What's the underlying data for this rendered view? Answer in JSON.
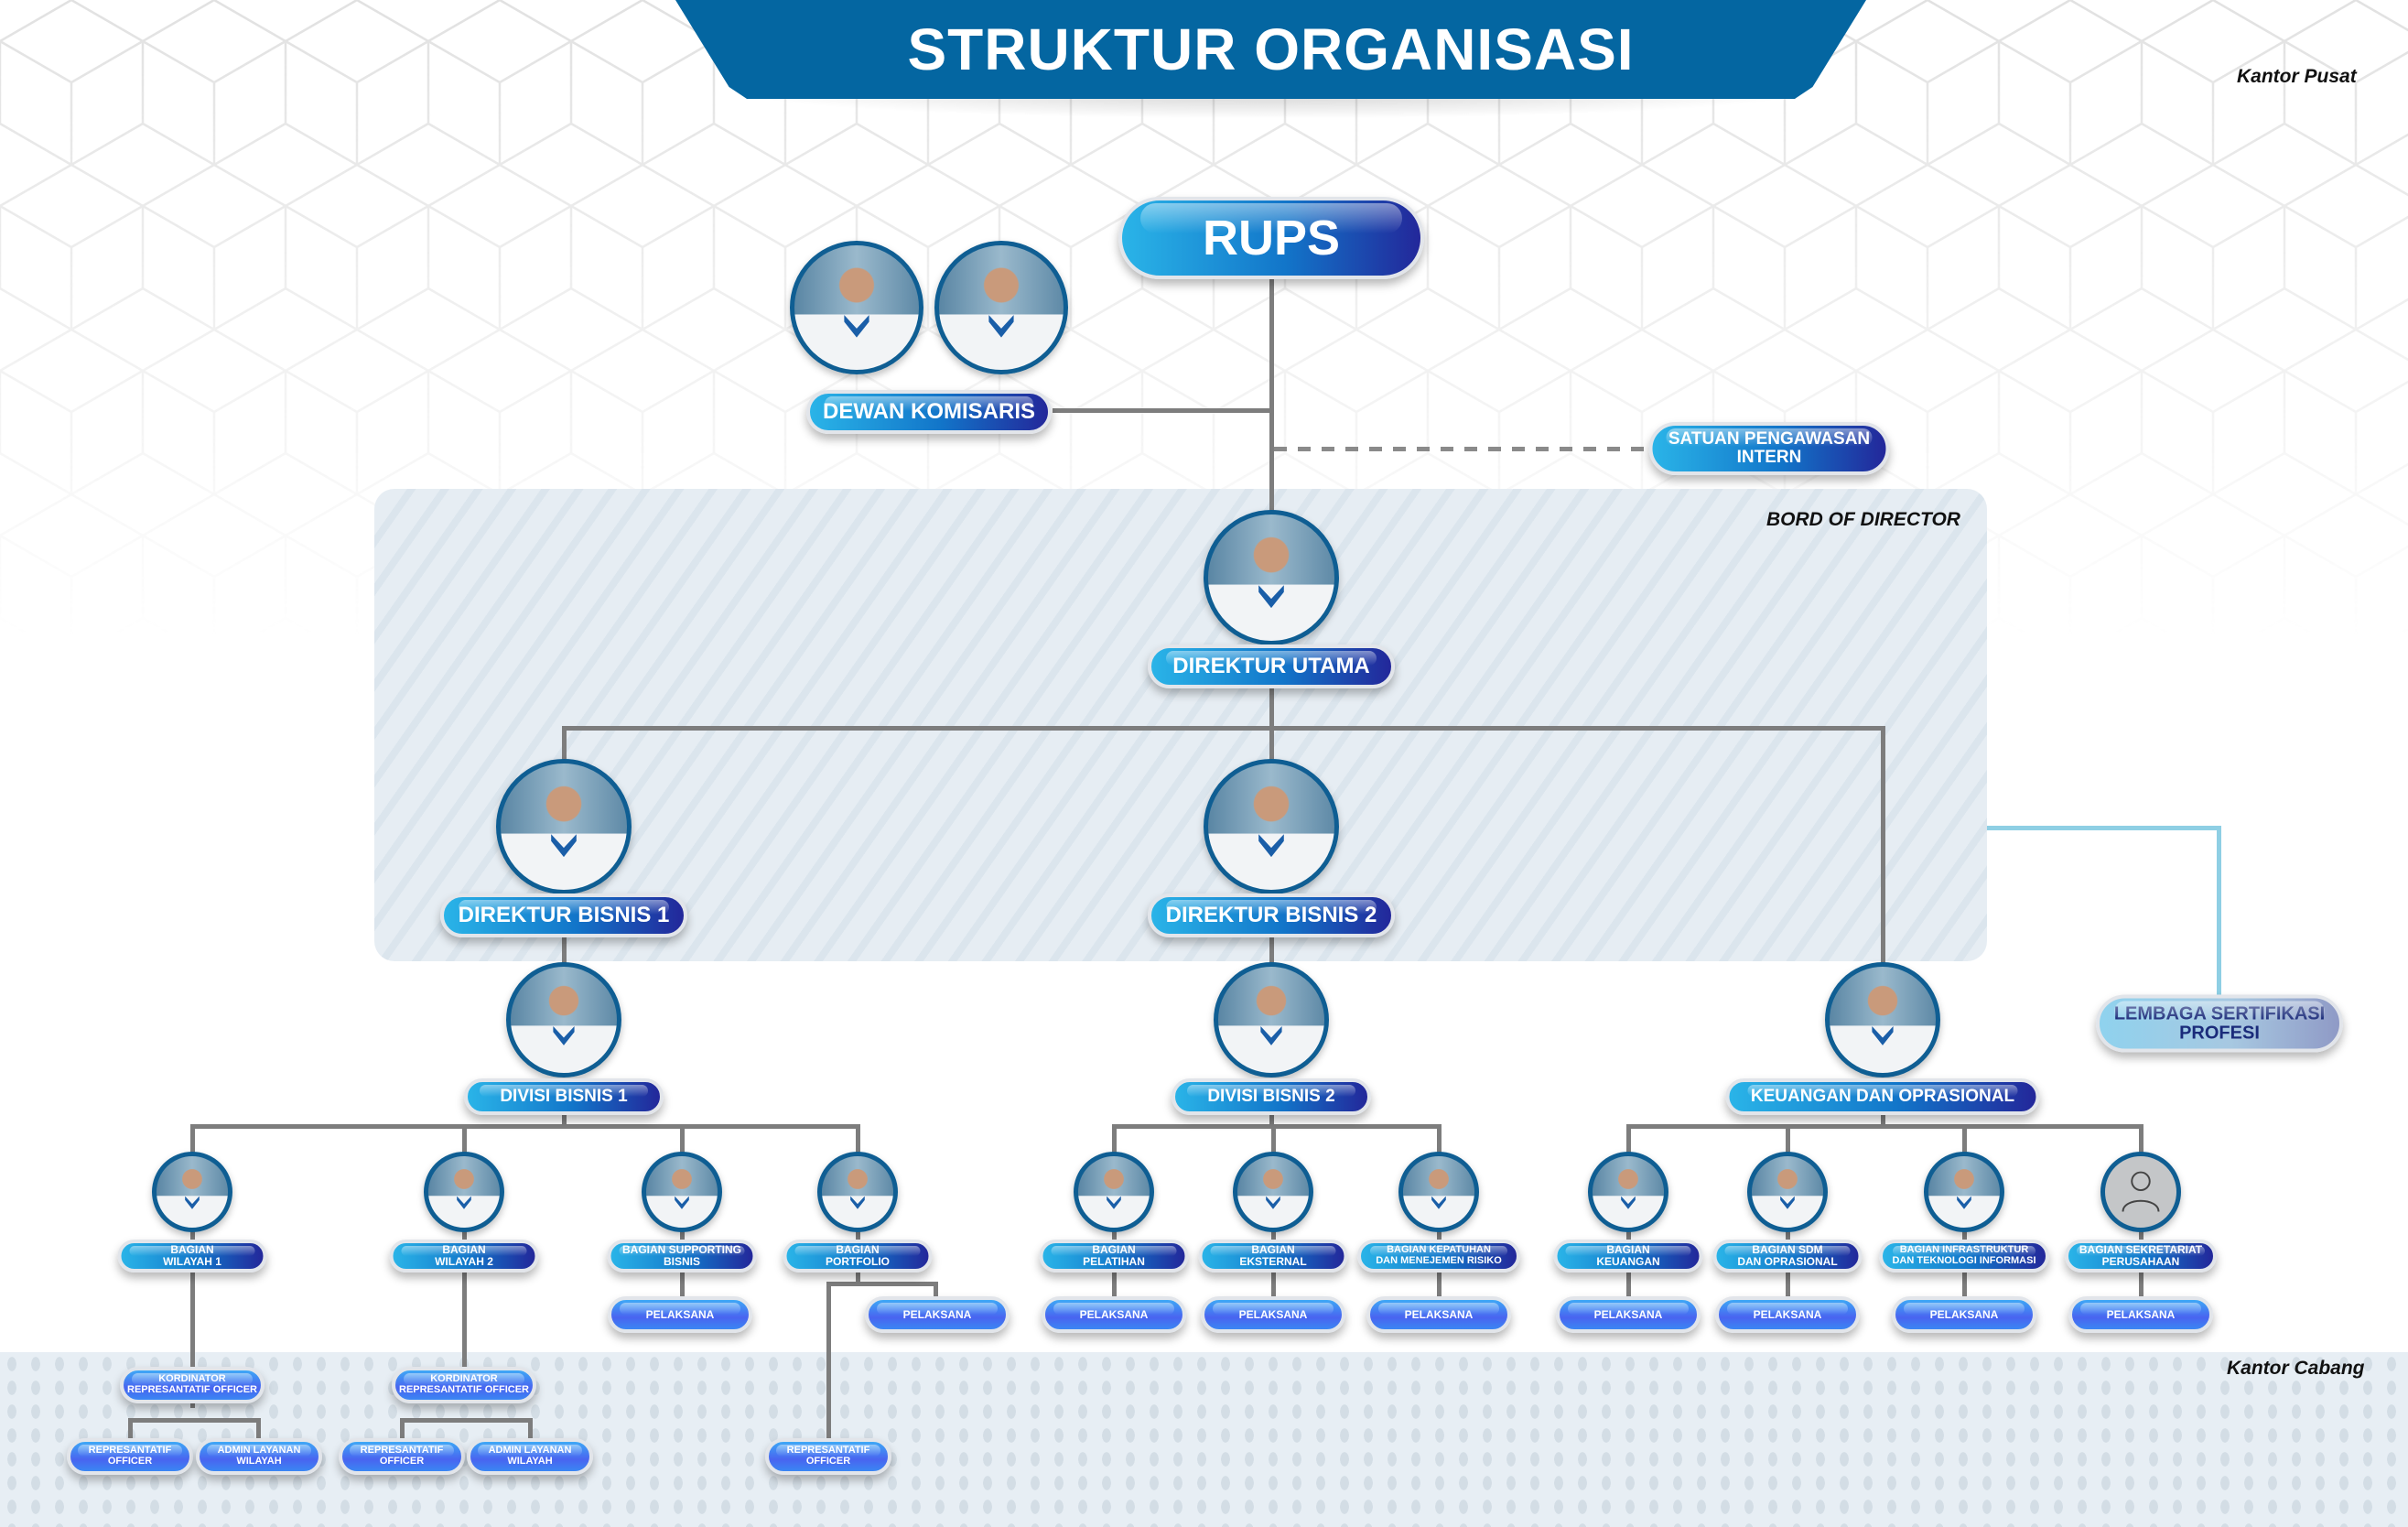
{
  "header": {
    "title": "STRUKTUR ORGANISASI",
    "office_top": "Kantor Pusat",
    "office_bottom": "Kantor Cabang"
  },
  "colors": {
    "banner": "#0466a1",
    "pill_start": "#2ab4e8",
    "pill_end": "#23279a",
    "photo_border": "#0f5e93",
    "connector": "#7d7d7d",
    "lsp_connector": "#8ecfe4"
  },
  "top": {
    "rups": "RUPS",
    "dewan_komisaris": "DEWAN KOMISARIS",
    "spi_line1": "SATUAN PENGAWASAN",
    "spi_line2": "INTERN"
  },
  "board": {
    "label": "BORD OF DIRECTOR",
    "direktur_utama": "DIREKTUR UTAMA",
    "direktur_bisnis_1": "DIREKTUR BISNIS 1",
    "direktur_bisnis_2": "DIREKTUR BISNIS 2"
  },
  "lsp": {
    "line1": "LEMBAGA SERTIFIKASI",
    "line2": "PROFESI"
  },
  "divisions": [
    {
      "name": "DIVISI BISNIS 1"
    },
    {
      "name": "DIVISI BISNIS 2"
    },
    {
      "name": "KEUANGAN DAN OPRASIONAL"
    }
  ],
  "bagian": [
    {
      "l1": "BAGIAN",
      "l2": "WILAYAH 1"
    },
    {
      "l1": "BAGIAN",
      "l2": "WILAYAH 2"
    },
    {
      "l1": "BAGIAN SUPPORTING",
      "l2": "BISNIS"
    },
    {
      "l1": "BAGIAN",
      "l2": "PORTFOLIO"
    },
    {
      "l1": "BAGIAN",
      "l2": "PELATIHAN"
    },
    {
      "l1": "BAGIAN",
      "l2": "EKSTERNAL"
    },
    {
      "l1": "BAGIAN KEPATUHAN",
      "l2": "DAN MENEJEMEN RISIKO"
    },
    {
      "l1": "BAGIAN",
      "l2": "KEUANGAN"
    },
    {
      "l1": "BAGIAN SDM",
      "l2": "DAN OPRASIONAL"
    },
    {
      "l1": "BAGIAN INFRASTRUKTUR",
      "l2": "DAN TEKNOLOGI INFORMASI"
    },
    {
      "l1": "BAGIAN SEKRETARIAT",
      "l2": "PERUSAHAAN"
    }
  ],
  "pelaksana": "PELAKSANA",
  "cabang": {
    "kordinator_l1": "KORDINATOR",
    "kordinator_l2": "REPRESANTATIF OFFICER",
    "ro_l1": "REPRESANTATIF",
    "ro_l2": "OFFICER",
    "admin_l1": "ADMIN LAYANAN",
    "admin_l2": "WILAYAH"
  }
}
